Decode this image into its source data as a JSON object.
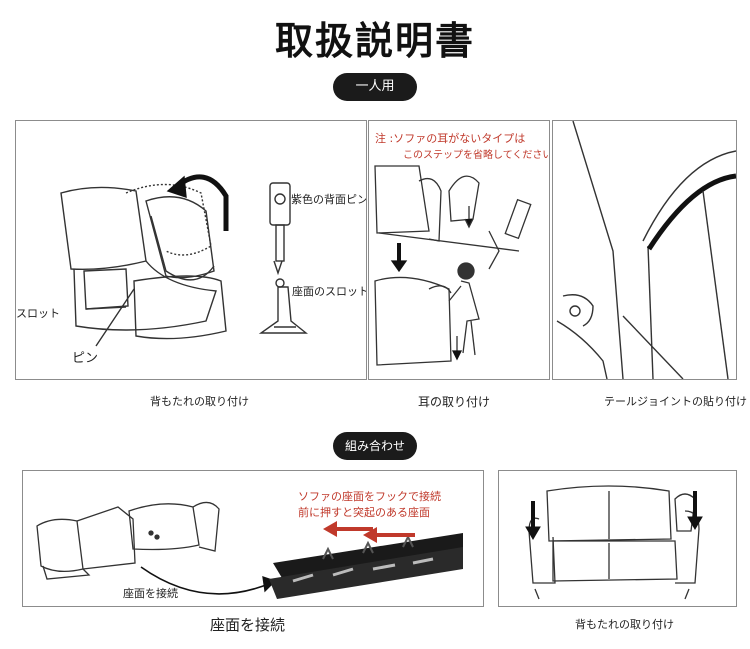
{
  "title": "取扱説明書",
  "sections": {
    "single": "一人用",
    "combine": "組み合わせ"
  },
  "panel1": {
    "label_pin_color": "紫色の背面ピン",
    "label_seat_slot": "座面のスロット",
    "label_slot": "スロット",
    "label_pin": "ピン",
    "caption": "背もたれの取り付け"
  },
  "panel2": {
    "note_line1": "注 :ソファの耳がないタイプは",
    "note_line2": "このステップを省略してください",
    "caption": "耳の取り付け"
  },
  "panel3": {
    "caption": "テールジョイントの貼り付け"
  },
  "panel4": {
    "note_line1": "ソファの座面をフックで接続",
    "note_line2": "前に押すと突起のある座面",
    "label_connect": "座面を接続",
    "caption": "座面を接続"
  },
  "panel5": {
    "caption": "背もたれの取り付け"
  },
  "colors": {
    "accent_red": "#c0392b",
    "pill_bg": "#1b1b1b"
  }
}
